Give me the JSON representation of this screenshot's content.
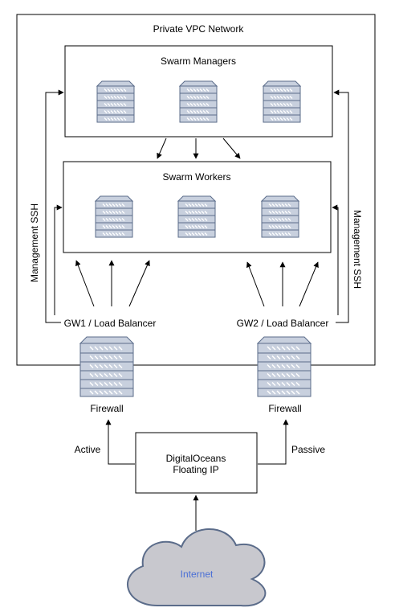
{
  "title": "Private VPC Network",
  "managers": {
    "label": "Swarm Managers",
    "server_icon": "server-icon",
    "server_count": 3
  },
  "workers": {
    "label": "Swarm Workers",
    "server_icon": "server-icon",
    "server_count": 3
  },
  "ssh_left": "Management SSH",
  "ssh_right": "Management SSH",
  "gw1": "GW1 / Load Balancer",
  "gw2": "GW2 / Load Balancer",
  "firewall_left": "Firewall",
  "firewall_right": "Firewall",
  "firewall_icon": "firewall-server-icon",
  "active": "Active",
  "passive": "Passive",
  "floating_ip": {
    "line1": "DigitalOceans",
    "line2": "Floating IP"
  },
  "internet": {
    "label": "Internet",
    "icon": "cloud-icon"
  },
  "colors": {
    "server_fill": "#c8d0de",
    "server_stroke": "#5b6c8a",
    "server_stripe": "#ffffff",
    "cloud_fill": "#c8c8ce",
    "cloud_stroke": "#5b6c8a",
    "cloud_text": "#4a6fd6",
    "line": "#000000"
  }
}
